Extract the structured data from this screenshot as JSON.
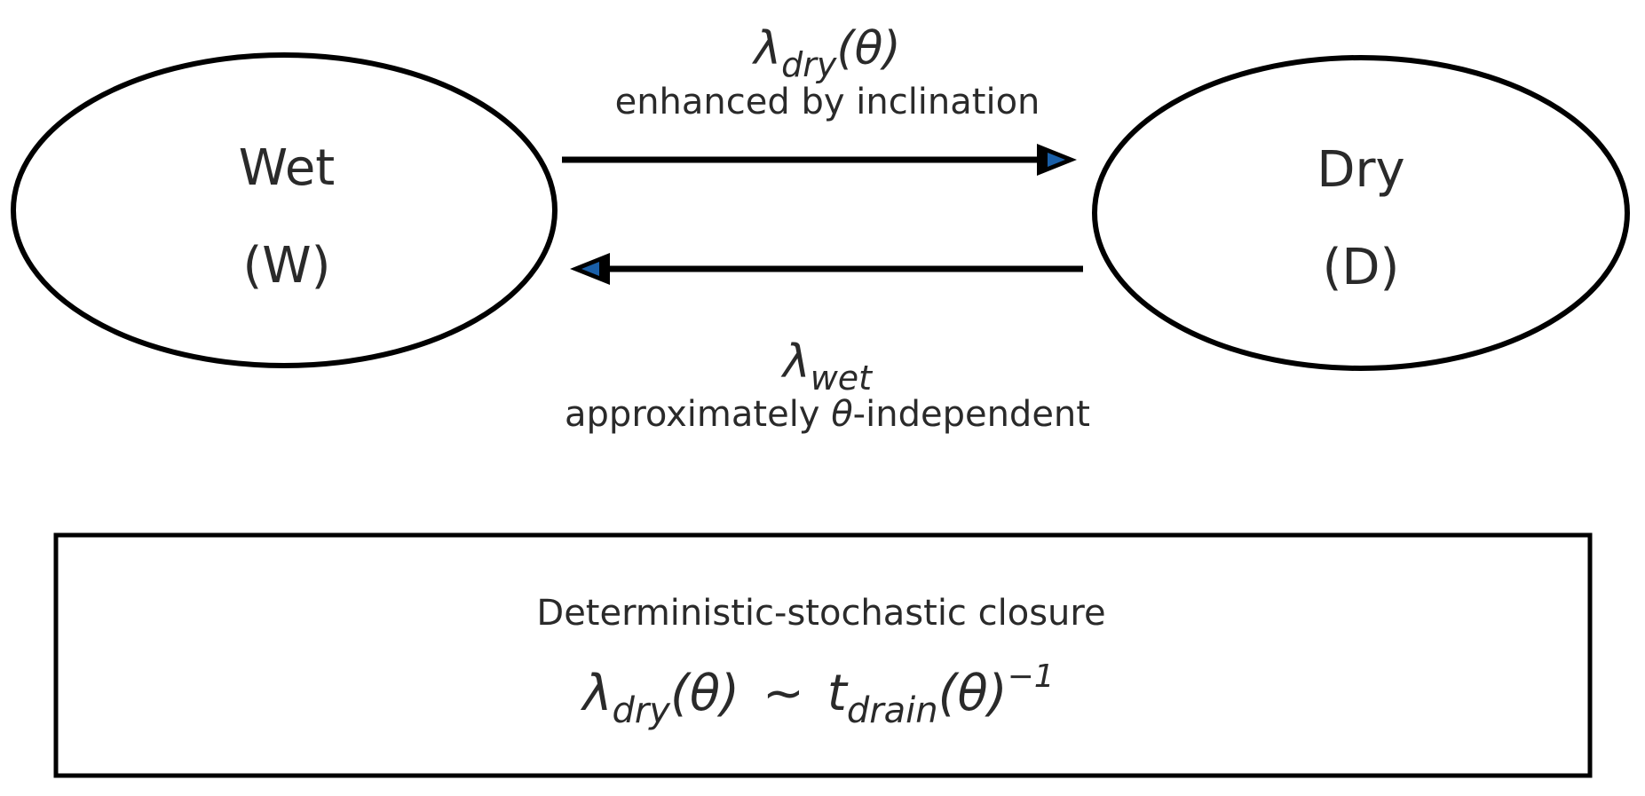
{
  "states": {
    "wet": {
      "name": "Wet",
      "symbol": "(W)"
    },
    "dry": {
      "name": "Dry",
      "symbol": "(D)"
    }
  },
  "transitions": {
    "wet_to_dry": {
      "rate_symbol": "λ",
      "rate_subscript": "dry",
      "rate_argument": "(θ)",
      "note": "enhanced by inclination"
    },
    "dry_to_wet": {
      "rate_symbol": "λ",
      "rate_subscript": "wet",
      "note_prefix": "approximately ",
      "note_theta": "θ",
      "note_suffix": "-independent"
    }
  },
  "closure": {
    "title": "Deterministic-stochastic closure",
    "lhs_symbol": "λ",
    "lhs_subscript": "dry",
    "lhs_argument": "(θ)",
    "relation": "~",
    "rhs_symbol": "t",
    "rhs_subscript": "drain",
    "rhs_argument": "(θ)",
    "rhs_exponent": "−1"
  },
  "colors": {
    "stroke": "#000000",
    "text": "#2a2a2a",
    "arrowhead_accent": "#1a5fa8"
  }
}
